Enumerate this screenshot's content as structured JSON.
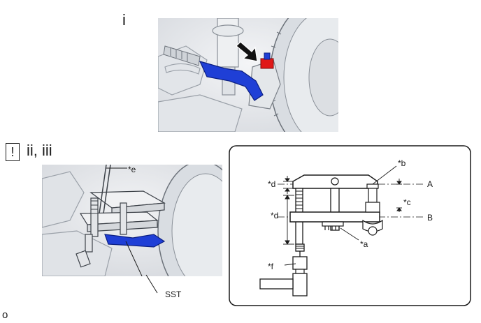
{
  "steps": {
    "first": "i",
    "second": "ii, iii",
    "caution_symbol": "!"
  },
  "footer": "o",
  "callouts": {
    "a": "*a",
    "b": "*b",
    "c": "*c",
    "d_top": "*d",
    "d_side": "*d",
    "e": "*e",
    "f": "*f",
    "line_a": "A",
    "line_b": "B",
    "sst": "SST"
  },
  "colors": {
    "highlight_blue": "#1f3fd6",
    "highlight_red": "#e01818",
    "line": "#1a1a1a",
    "photo_bg": "#e9ebee"
  }
}
